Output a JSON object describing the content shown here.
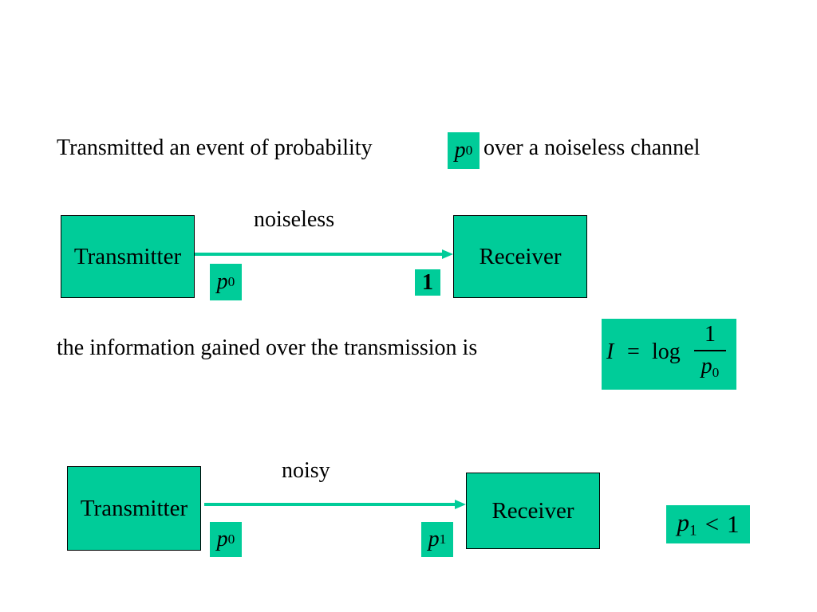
{
  "colors": {
    "accent": "#00cc99",
    "text": "#000000"
  },
  "intro": {
    "before": "Transmitted an event of probability",
    "after": "over a noiseless channel"
  },
  "prob_symbol": {
    "var": "p",
    "sub0": "0",
    "sub1": "1"
  },
  "noiseless_diagram": {
    "channel_label": "noiseless",
    "transmitter": "Transmitter",
    "receiver": "Receiver",
    "received_value": "1"
  },
  "info_line": {
    "text": "the information gained over the transmission is"
  },
  "formula": {
    "lhs": "I",
    "eq": "=",
    "fn": "log",
    "numerator": "1"
  },
  "noisy_diagram": {
    "channel_label": "noisy",
    "transmitter": "Transmitter",
    "receiver": "Receiver"
  },
  "inequality": {
    "op": "<",
    "rhs": "1"
  }
}
